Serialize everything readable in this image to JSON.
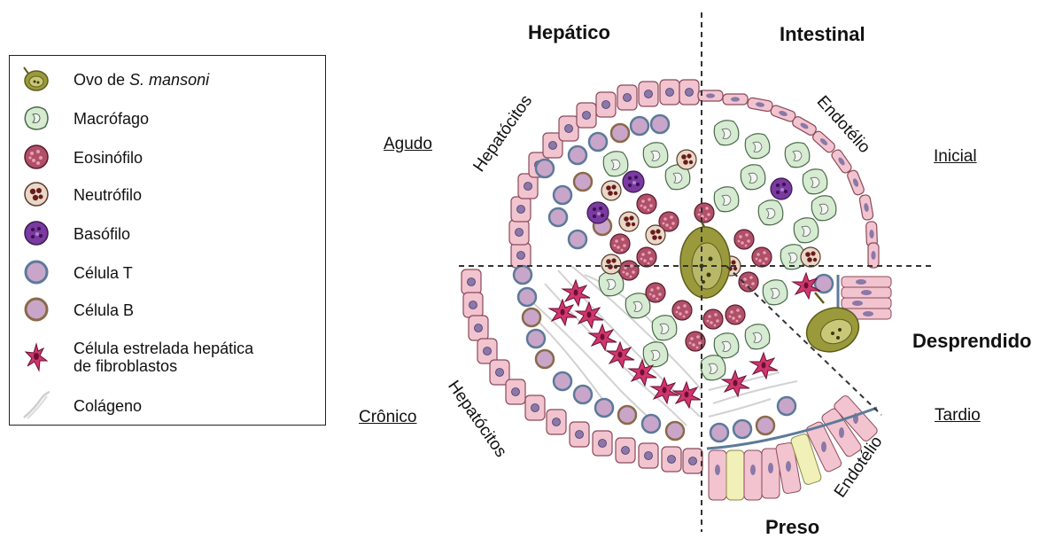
{
  "legend": {
    "items": [
      {
        "text_pre": "Ovo de ",
        "text_em": "S. mansoni",
        "icon": "egg-icon"
      },
      {
        "text": "Macrófago",
        "icon": "macrophage-icon"
      },
      {
        "text": "Eosinófilo",
        "icon": "eosinophil-icon"
      },
      {
        "text": "Neutrófilo",
        "icon": "neutrophil-icon"
      },
      {
        "text": "Basófilo",
        "icon": "basophil-icon"
      },
      {
        "text": "Célula T",
        "icon": "t-cell-icon"
      },
      {
        "text": "Célula B",
        "icon": "b-cell-icon"
      },
      {
        "text_line1": "Célula estrelada hepática",
        "text_line2": "de fibroblastos",
        "icon": "stellate-cell-icon"
      },
      {
        "text": "Colágeno",
        "icon": "collagen-icon"
      }
    ]
  },
  "diagram": {
    "top_left": "Hepático",
    "top_right": "Intestinal",
    "bottom_right": "Preso",
    "right": "Desprendido",
    "stage_acute": "Agudo",
    "stage_chronic": "Crônico",
    "stage_initial": "Inicial",
    "stage_late": "Tardio",
    "tissue_hepatocytes_top": "Hepatócitos",
    "tissue_hepatocytes_bottom": "Hepatócitos",
    "tissue_endothelium_top": "Endotélio",
    "tissue_endothelium_bottom": "Endotélio"
  },
  "colors": {
    "hepatocyte": "#f2c4cf",
    "hepatocyte_nucleus": "#8a78a8",
    "macrophage": "#d6ebd2",
    "egg": "#9a9a3c",
    "eosinophil": "#b0506a",
    "neutrophil": "#e9d8c8",
    "basophil": "#7a3aa0",
    "t_cell": "#c9a6c9",
    "stellate": "#d0366e",
    "collagen": "#cfcfcf"
  }
}
